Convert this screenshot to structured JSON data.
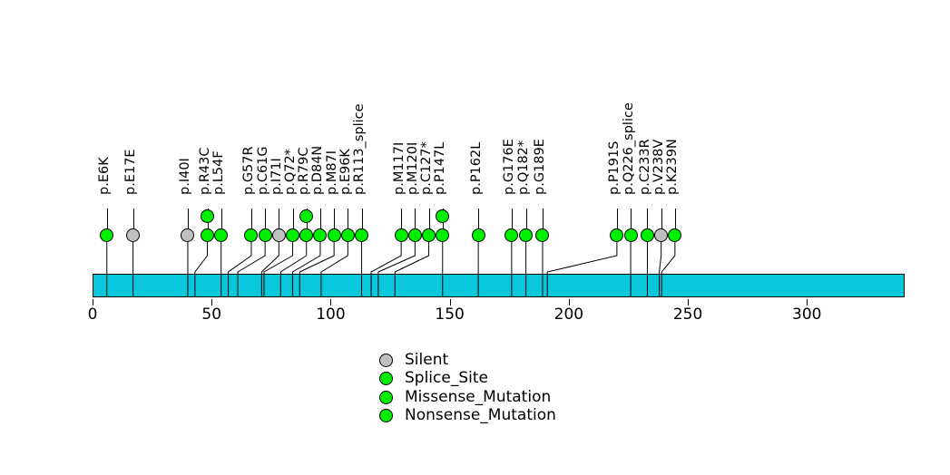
{
  "chart_data": {
    "type": "lollipop",
    "title": "",
    "xlabel": "",
    "ylabel": "",
    "xlim": [
      0,
      341
    ],
    "protein_length": 341,
    "axis_ticks": [
      0,
      50,
      100,
      150,
      200,
      250,
      300
    ],
    "axis_tick_labels": [
      "0",
      "50",
      "100",
      "150",
      "200",
      "250",
      "300"
    ],
    "grid": false,
    "colors": {
      "protein_bar": "#0ac8dc",
      "silent": "#c0c0c0",
      "splice_site": "#00ee00",
      "missense_mutation": "#00ee00",
      "nonsense_mutation": "#00ee00",
      "outline": "#000000",
      "background": "#ffffff"
    },
    "mutations": [
      {
        "label": "p.E6K",
        "position": 6,
        "count": 1,
        "type": "Missense_Mutation",
        "color": "#00ee00"
      },
      {
        "label": "p.E17E",
        "position": 17,
        "count": 1,
        "type": "Silent",
        "color": "#c0c0c0"
      },
      {
        "label": "p.I40I",
        "position": 40,
        "count": 1,
        "type": "Silent",
        "color": "#c0c0c0"
      },
      {
        "label": "p.R43C",
        "position": 43,
        "count": 2,
        "type": "Missense_Mutation",
        "color": "#00ee00"
      },
      {
        "label": "p.L54F",
        "position": 54,
        "count": 1,
        "type": "Missense_Mutation",
        "color": "#00ee00"
      },
      {
        "label": "p.G57R",
        "position": 57,
        "count": 1,
        "type": "Missense_Mutation",
        "color": "#00ee00"
      },
      {
        "label": "p.C61G",
        "position": 61,
        "count": 1,
        "type": "Missense_Mutation",
        "color": "#00ee00"
      },
      {
        "label": "p.I71I",
        "position": 71,
        "count": 1,
        "type": "Silent",
        "color": "#c0c0c0"
      },
      {
        "label": "p.Q72*",
        "position": 72,
        "count": 1,
        "type": "Nonsense_Mutation",
        "color": "#00ee00"
      },
      {
        "label": "p.R79C",
        "position": 79,
        "count": 2,
        "type": "Missense_Mutation",
        "color": "#00ee00"
      },
      {
        "label": "p.D84N",
        "position": 84,
        "count": 1,
        "type": "Missense_Mutation",
        "color": "#00ee00"
      },
      {
        "label": "p.M87I",
        "position": 87,
        "count": 1,
        "type": "Missense_Mutation",
        "color": "#00ee00"
      },
      {
        "label": "p.E96K",
        "position": 96,
        "count": 1,
        "type": "Missense_Mutation",
        "color": "#00ee00"
      },
      {
        "label": "p.R113_splice",
        "position": 113,
        "count": 1,
        "type": "Splice_Site",
        "color": "#00ee00"
      },
      {
        "label": "p.M117I",
        "position": 117,
        "count": 1,
        "type": "Missense_Mutation",
        "color": "#00ee00"
      },
      {
        "label": "p.M120I",
        "position": 120,
        "count": 1,
        "type": "Missense_Mutation",
        "color": "#00ee00"
      },
      {
        "label": "p.C127*",
        "position": 127,
        "count": 1,
        "type": "Nonsense_Mutation",
        "color": "#00ee00"
      },
      {
        "label": "p.P147L",
        "position": 147,
        "count": 2,
        "type": "Missense_Mutation",
        "color": "#00ee00"
      },
      {
        "label": "p.P162L",
        "position": 162,
        "count": 1,
        "type": "Missense_Mutation",
        "color": "#00ee00"
      },
      {
        "label": "p.G176E",
        "position": 176,
        "count": 1,
        "type": "Missense_Mutation",
        "color": "#00ee00"
      },
      {
        "label": "p.Q182*",
        "position": 182,
        "count": 1,
        "type": "Nonsense_Mutation",
        "color": "#00ee00"
      },
      {
        "label": "p.G189E",
        "position": 189,
        "count": 1,
        "type": "Missense_Mutation",
        "color": "#00ee00"
      },
      {
        "label": "p.P191S",
        "position": 191,
        "count": 1,
        "type": "Missense_Mutation",
        "color": "#00ee00"
      },
      {
        "label": "p.Q226_splice",
        "position": 226,
        "count": 1,
        "type": "Splice_Site",
        "color": "#00ee00"
      },
      {
        "label": "p.C233R",
        "position": 233,
        "count": 1,
        "type": "Missense_Mutation",
        "color": "#00ee00"
      },
      {
        "label": "p.V238V",
        "position": 238,
        "count": 1,
        "type": "Silent",
        "color": "#c0c0c0"
      },
      {
        "label": "p.K239N",
        "position": 239,
        "count": 1,
        "type": "Missense_Mutation",
        "color": "#00ee00"
      }
    ],
    "legend": {
      "position": "bottom-center",
      "entries": [
        {
          "label": "Silent",
          "color": "#c0c0c0"
        },
        {
          "label": "Splice_Site",
          "color": "#00ee00"
        },
        {
          "label": "Missense_Mutation",
          "color": "#00ee00"
        },
        {
          "label": "Nonsense_Mutation",
          "color": "#00ee00"
        }
      ]
    }
  }
}
